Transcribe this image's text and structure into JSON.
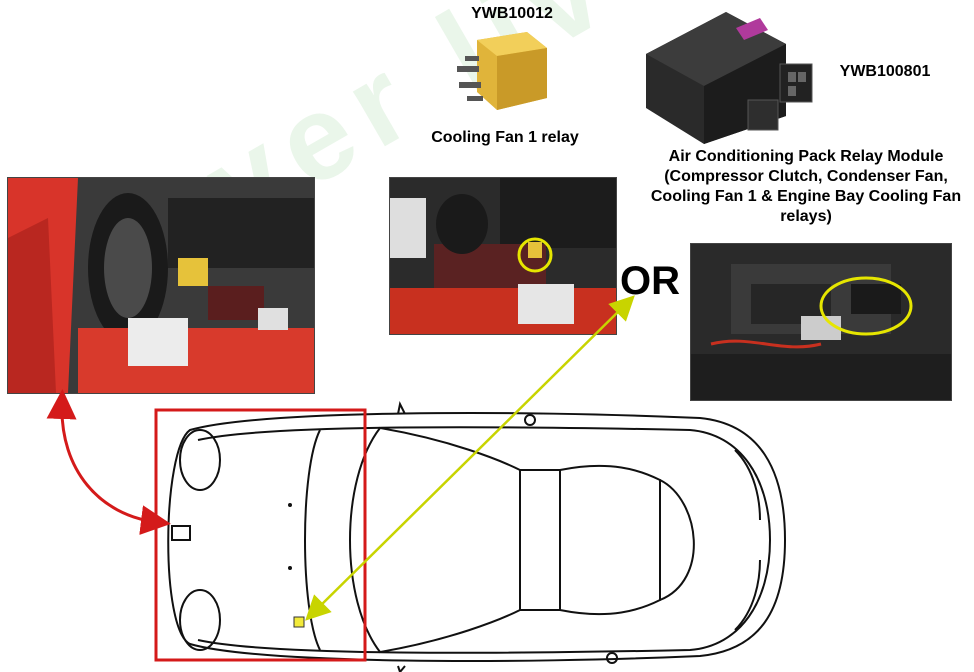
{
  "labels": {
    "relay_part_no": "YWB10012",
    "module_part_no": "YWB100801",
    "relay_caption": "Cooling Fan 1 relay",
    "module_caption": "Air Conditioning Pack Relay Module (Compressor Clutch, Condenser Fan, Cooling Fan 1 & Engine Bay Cooling Fan relays)",
    "or_text": "OR"
  },
  "watermark": "Rover live",
  "colors": {
    "arrow_red": "#d41a1a",
    "arrow_yellow": "#c8d400",
    "highlight_box": "#d41a1a",
    "relay_yellow": "#e8c040",
    "circle_yellow": "#e6e600",
    "module_purple": "#b03a9c"
  }
}
